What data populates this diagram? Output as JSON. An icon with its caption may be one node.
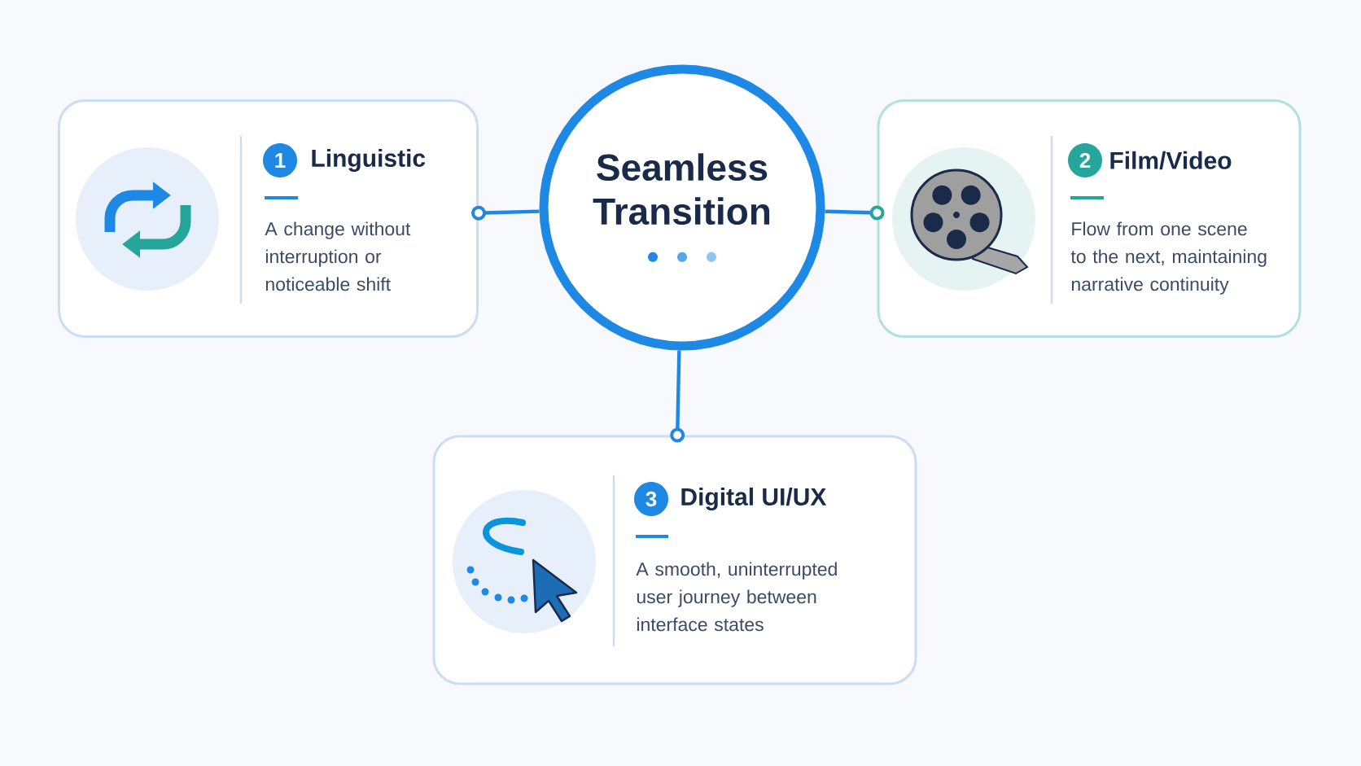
{
  "diagram": {
    "nodes": [
      {
        "text": [
          "Seamless Transition"
        ]
      },
      {
        "text": [
          "Linguistic",
          "A change without interruption or noticeable shift"
        ]
      },
      {
        "text": [
          "1"
        ],
        "in": 1
      },
      {
        "text": [
          "Film/Video",
          "Flow from one scene to the next, maintaining narrative continuity"
        ]
      },
      {
        "text": [
          "2"
        ],
        "in": 3
      },
      {
        "text": [
          "Digital UI/UX",
          "A smooth, uninterrupted user journey between interface states"
        ]
      },
      {
        "text": [
          "3"
        ],
        "in": 5
      }
    ],
    "edges": [
      {
        "from": 0,
        "to": 1,
        "arrow": "other"
      },
      {
        "from": 0,
        "to": 3,
        "arrow": "other"
      },
      {
        "from": 0,
        "to": 5,
        "arrow": "other"
      }
    ]
  }
}
